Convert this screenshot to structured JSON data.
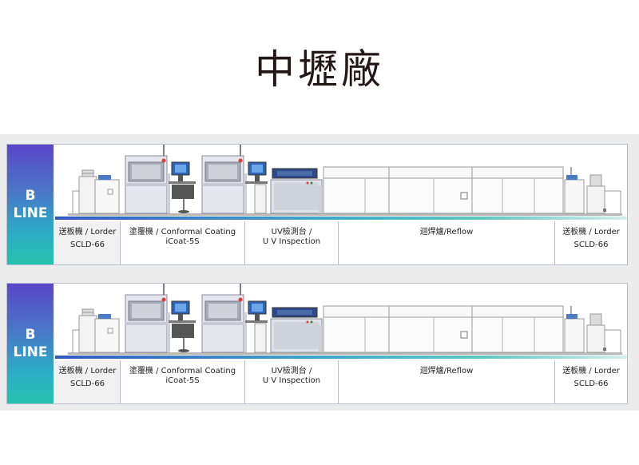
{
  "page": {
    "title": "中壢廠"
  },
  "lines": [
    {
      "badge": {
        "letter": "B",
        "word": "LINE"
      },
      "stations": [
        {
          "name": "送板機 / Lorder",
          "model": "SCLD-66"
        },
        {
          "name": "塗覆機 / Conformal Coating",
          "model": "iCoat-5S"
        },
        {
          "name": "UV檢測台 /",
          "model": "U V  Inspection"
        },
        {
          "name": "迴焊爐/Reflow",
          "model": ""
        },
        {
          "name": "送板機 / Lorder",
          "model": "SCLD-66"
        }
      ]
    },
    {
      "badge": {
        "letter": "B",
        "word": "LINE"
      },
      "stations": [
        {
          "name": "送板機 / Lorder",
          "model": "SCLD-66"
        },
        {
          "name": "塗覆機 / Conformal Coating",
          "model": "iCoat-5S"
        },
        {
          "name": "UV檢測台 /",
          "model": "U V  Inspection"
        },
        {
          "name": "迴焊爐/Reflow",
          "model": ""
        },
        {
          "name": "送板機 / Lorder",
          "model": "SCLD-66"
        }
      ]
    }
  ]
}
